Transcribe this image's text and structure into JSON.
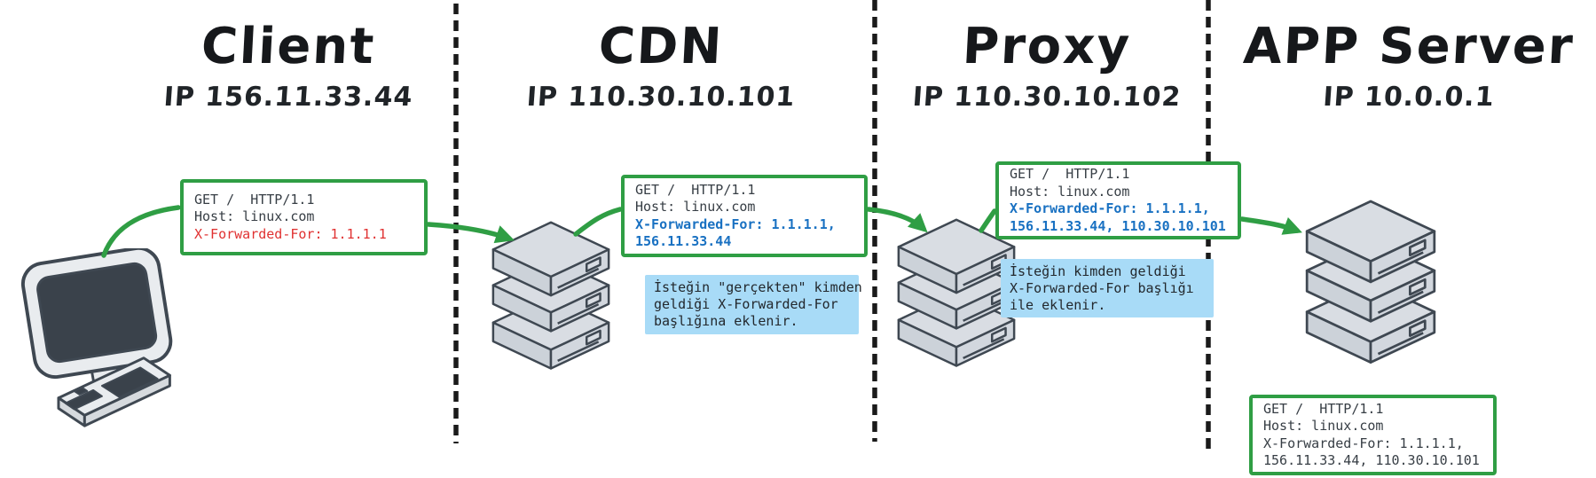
{
  "columns": [
    {
      "title": "Client",
      "ip": "IP 156.11.33.44",
      "icon": "computer-icon"
    },
    {
      "title": "CDN",
      "ip": "IP 110.30.10.101",
      "icon": "server-stack-icon"
    },
    {
      "title": "Proxy",
      "ip": "IP 110.30.10.102",
      "icon": "server-stack-icon"
    },
    {
      "title": "APP Server",
      "ip": "IP 10.0.0.1",
      "icon": "server-stack-icon"
    }
  ],
  "requests": [
    {
      "at": "client",
      "lines": [
        "GET /  HTTP/1.1",
        "Host: linux.com",
        "X-Forwarded-For: 1.1.1.1"
      ],
      "highlight_color": "red",
      "highlighted_lines": [
        2
      ]
    },
    {
      "at": "cdn",
      "lines": [
        "GET /  HTTP/1.1",
        "Host: linux.com",
        "X-Forwarded-For: 1.1.1.1,",
        "156.11.33.44"
      ],
      "highlight_color": "blue",
      "highlighted_lines": [
        2,
        3
      ]
    },
    {
      "at": "proxy",
      "lines": [
        "GET /  HTTP/1.1",
        "Host: linux.com",
        "X-Forwarded-For: 1.1.1.1,",
        "156.11.33.44, 110.30.10.101"
      ],
      "highlight_color": "blue",
      "highlighted_lines": [
        2,
        3
      ]
    },
    {
      "at": "app-server",
      "lines": [
        "GET /  HTTP/1.1",
        "Host: linux.com",
        "X-Forwarded-For: 1.1.1.1,",
        "156.11.33.44, 110.30.10.101"
      ],
      "highlight_color": "none",
      "highlighted_lines": []
    }
  ],
  "notes": [
    {
      "at": "cdn",
      "lines": [
        "İsteğin \"gerçekten\" kimden",
        "geldiği X-Forwarded-For",
        "başlığına eklenir."
      ]
    },
    {
      "at": "proxy",
      "lines": [
        "İsteğin kimden geldiği",
        "X-Forwarded-For başlığı",
        "ile eklenir."
      ]
    }
  ],
  "colors": {
    "arrow_and_box_green": "#2f9e44",
    "header_added_red": "#e03131",
    "header_added_blue": "#1971c2",
    "note_background": "#a8dbf7",
    "code_text": "#373e45",
    "separator_black": "#1a1a1a"
  }
}
